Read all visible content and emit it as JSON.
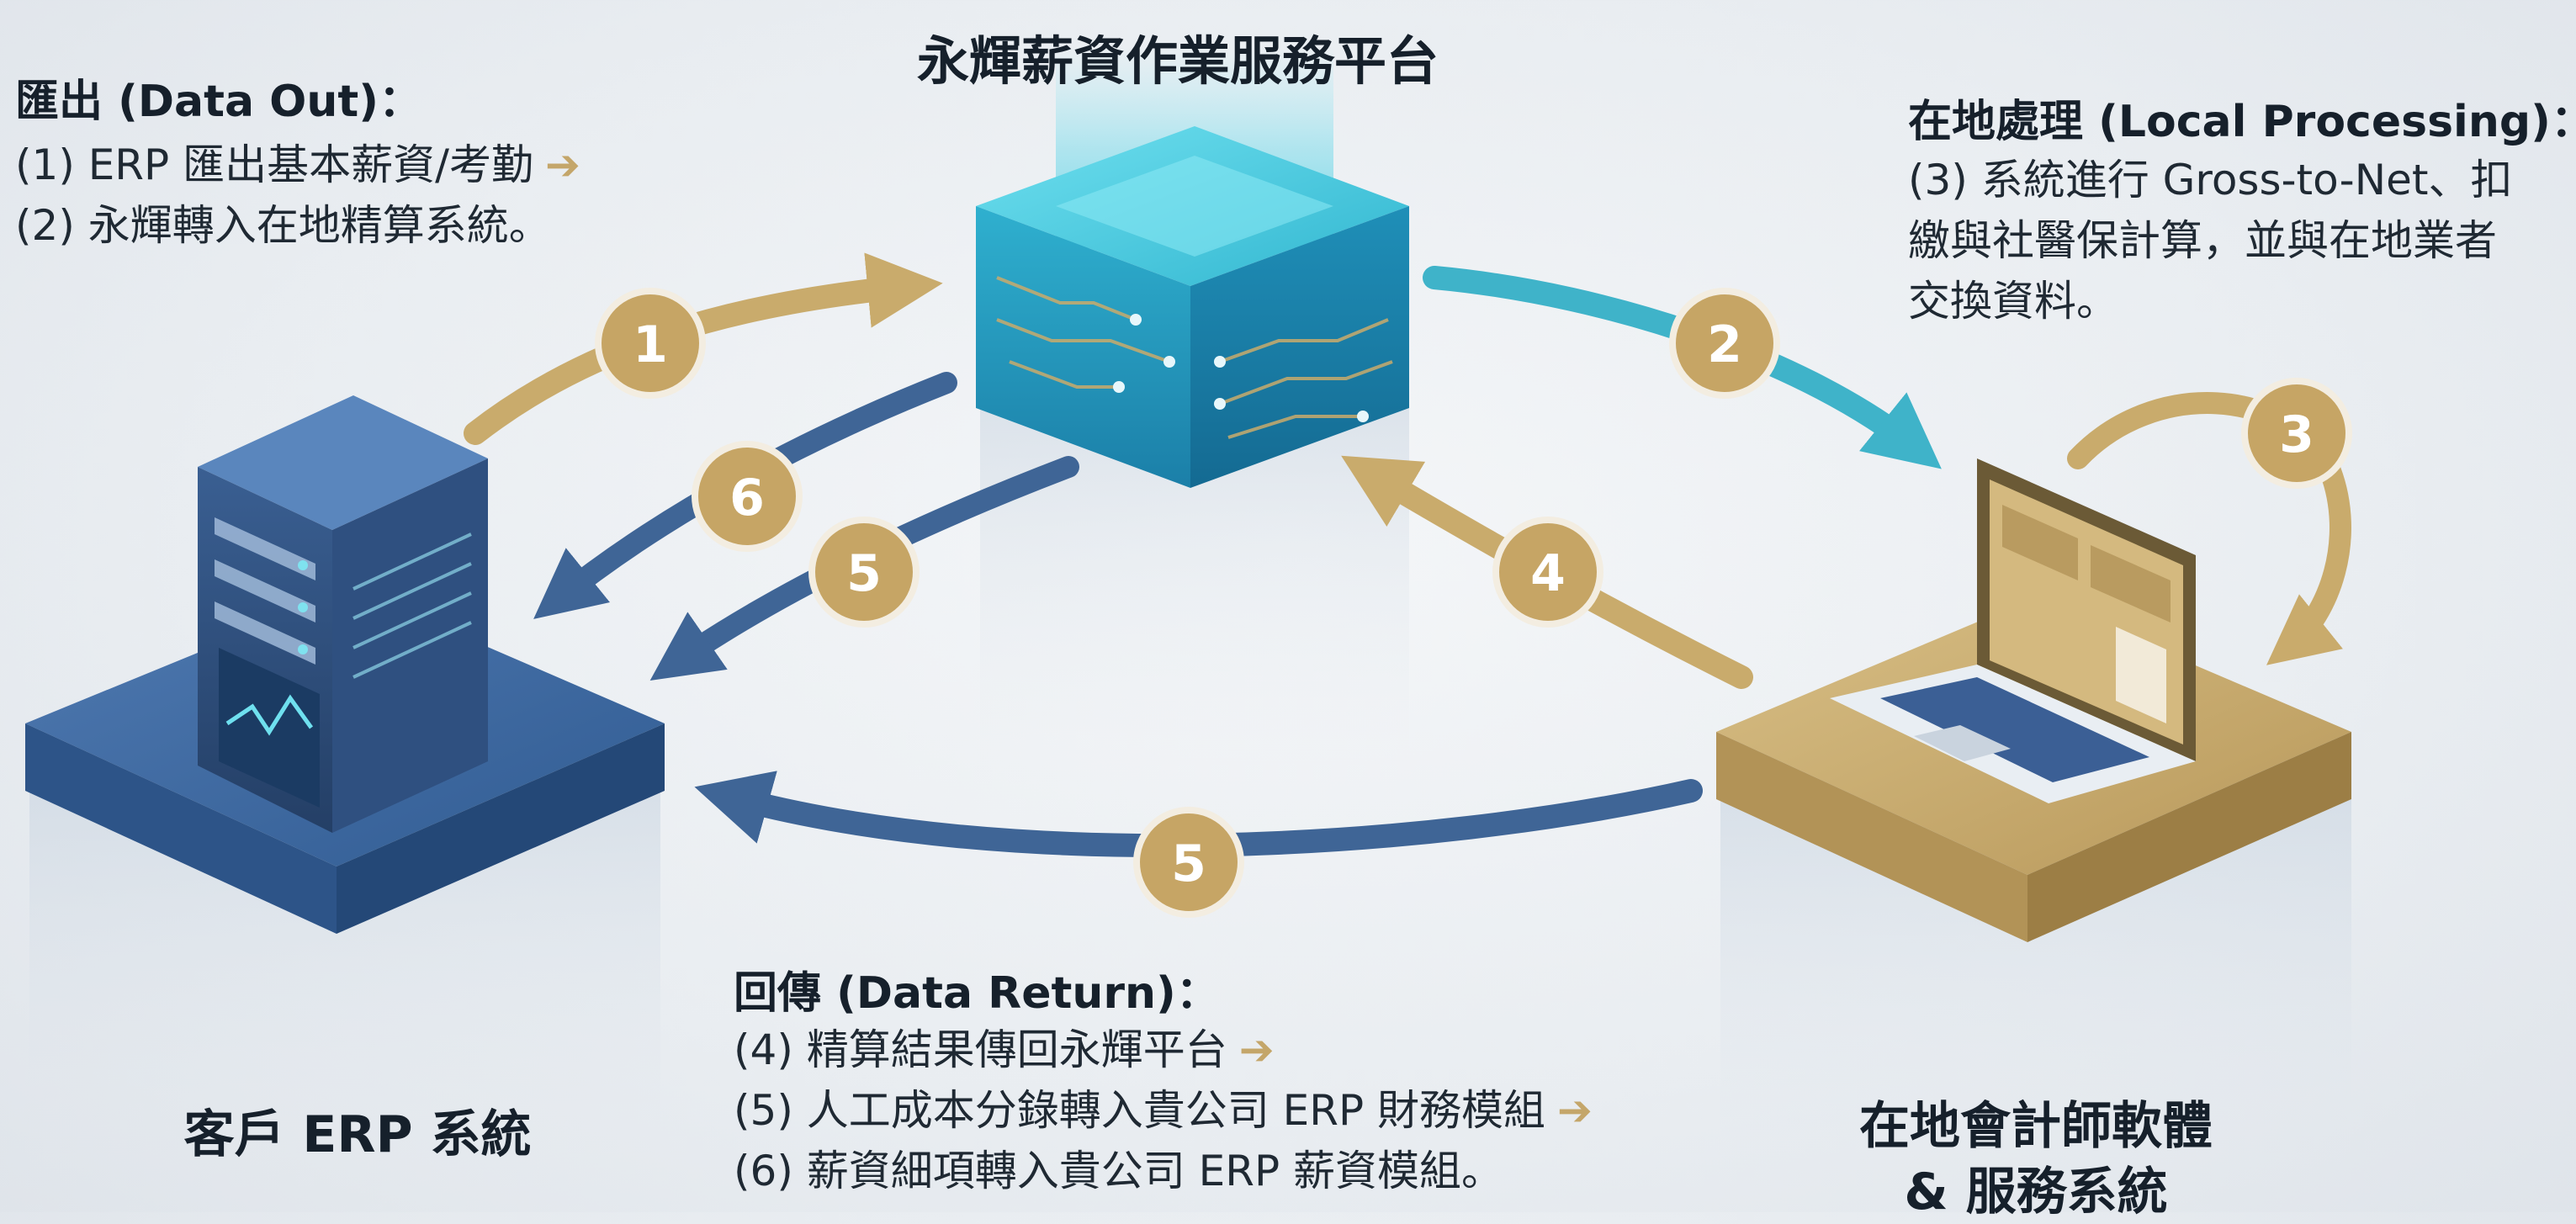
{
  "title": "永輝薪資作業服務平台",
  "data_out": {
    "heading": "匯出 (Data Out)：",
    "line1": "(1) ERP 匯出基本薪資/考勤",
    "line2": "(2) 永輝轉入在地精算系統。",
    "arrow": "➔"
  },
  "local": {
    "heading": "在地處理 (Local Processing)：",
    "line1": "(3) 系統進行 Gross-to-Net、扣",
    "line2": "繳與社醫保計算，並與在地業者",
    "line3": "交換資料。"
  },
  "data_return": {
    "heading": "回傳 (Data Return)：",
    "line1": "(4) 精算結果傳回永輝平台",
    "line2": "(5) 人工成本分錄轉入貴公司 ERP 財務模組",
    "line3": "(6) 薪資細項轉入貴公司 ERP 薪資模組。",
    "arrow": "➔"
  },
  "nodes": {
    "erp": "客戶 ERP 系統",
    "accountant_line1": "在地會計師軟體",
    "accountant_line2": "& 服務系統"
  },
  "steps": {
    "s1": "1",
    "s2": "2",
    "s3": "3",
    "s4": "4",
    "s5a": "5",
    "s5b": "5",
    "s6": "6"
  },
  "colors": {
    "gold": "#c9ab6c",
    "teal": "#3fb3c9",
    "navy": "#3f6596",
    "badge_fill": "#c6a565",
    "badge_ring": "#f3ede1"
  }
}
